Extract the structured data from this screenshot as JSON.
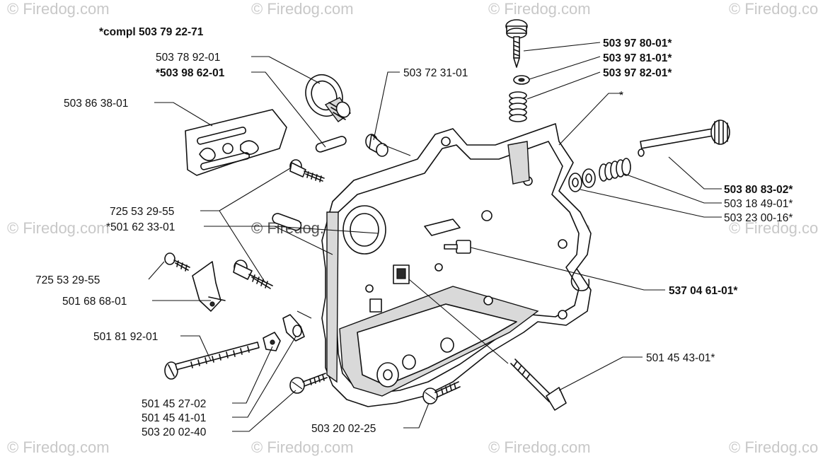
{
  "header": {
    "compl_label": "*compl 503 79 22-71"
  },
  "watermark": {
    "text": "© Firedog.com",
    "text_clipped": "© Firedog.co"
  },
  "labels": {
    "p503789201": "503 78 92-01",
    "p503986201": "*503 98 62-01",
    "p503723101": "503 72 31-01",
    "p503863801": "503 86 38-01",
    "p503978001": "503 97 80-01*",
    "p503978101": "503 97 81-01*",
    "p503978201": "503 97 82-01*",
    "star": "*",
    "p503808302": "503 80 83-02*",
    "p503184901": "503 18 49-01*",
    "p503230016": "503 23 00-16*",
    "p725532955a": "725 53 29-55",
    "p501623301": "*501 62 33-01",
    "p725532955b": "725 53 29-55",
    "p501686801": "501 68 68-01",
    "p537046101": "537 04 61-01*",
    "p501819201": "501 81 92-01",
    "p501454301": "501 45 43-01*",
    "p501452702": "501 45 27-02",
    "p501454101": "501 45 41-01",
    "p503200240": "503 20 02-40",
    "p503200225": "503 20 02-25"
  }
}
